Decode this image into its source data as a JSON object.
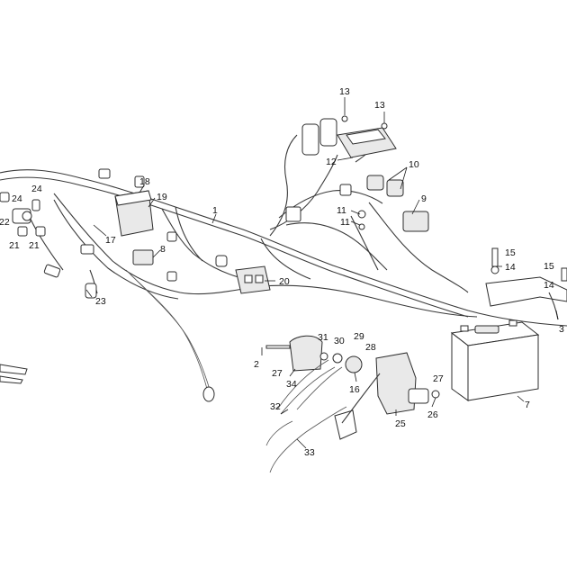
{
  "diagram": {
    "callouts": [
      {
        "id": "c13a",
        "label": "13"
      },
      {
        "id": "c13b",
        "label": "13"
      },
      {
        "id": "c12",
        "label": "12"
      },
      {
        "id": "c10",
        "label": "10"
      },
      {
        "id": "c9",
        "label": "9"
      },
      {
        "id": "c11a",
        "label": "11"
      },
      {
        "id": "c11b",
        "label": "11"
      },
      {
        "id": "c18",
        "label": "18"
      },
      {
        "id": "c19",
        "label": "19"
      },
      {
        "id": "c1",
        "label": "1"
      },
      {
        "id": "c24a",
        "label": "24"
      },
      {
        "id": "c24b",
        "label": "24"
      },
      {
        "id": "c22",
        "label": "22"
      },
      {
        "id": "c21a",
        "label": "21"
      },
      {
        "id": "c21b",
        "label": "21"
      },
      {
        "id": "c17",
        "label": "17"
      },
      {
        "id": "c8",
        "label": "8"
      },
      {
        "id": "c20",
        "label": "20"
      },
      {
        "id": "c23",
        "label": "23"
      },
      {
        "id": "c15a",
        "label": "15"
      },
      {
        "id": "c14a",
        "label": "14"
      },
      {
        "id": "c15b",
        "label": "15"
      },
      {
        "id": "c14b",
        "label": "14"
      },
      {
        "id": "c3",
        "label": "3"
      },
      {
        "id": "c31",
        "label": "31"
      },
      {
        "id": "c30",
        "label": "30"
      },
      {
        "id": "c29",
        "label": "29"
      },
      {
        "id": "c28",
        "label": "28"
      },
      {
        "id": "c2",
        "label": "2"
      },
      {
        "id": "c27a",
        "label": "27"
      },
      {
        "id": "c34",
        "label": "34"
      },
      {
        "id": "c16",
        "label": "16"
      },
      {
        "id": "c27b",
        "label": "27"
      },
      {
        "id": "c7",
        "label": "7"
      },
      {
        "id": "c26",
        "label": "26"
      },
      {
        "id": "c32",
        "label": "32"
      },
      {
        "id": "c25",
        "label": "25"
      },
      {
        "id": "c33",
        "label": "33"
      }
    ]
  }
}
